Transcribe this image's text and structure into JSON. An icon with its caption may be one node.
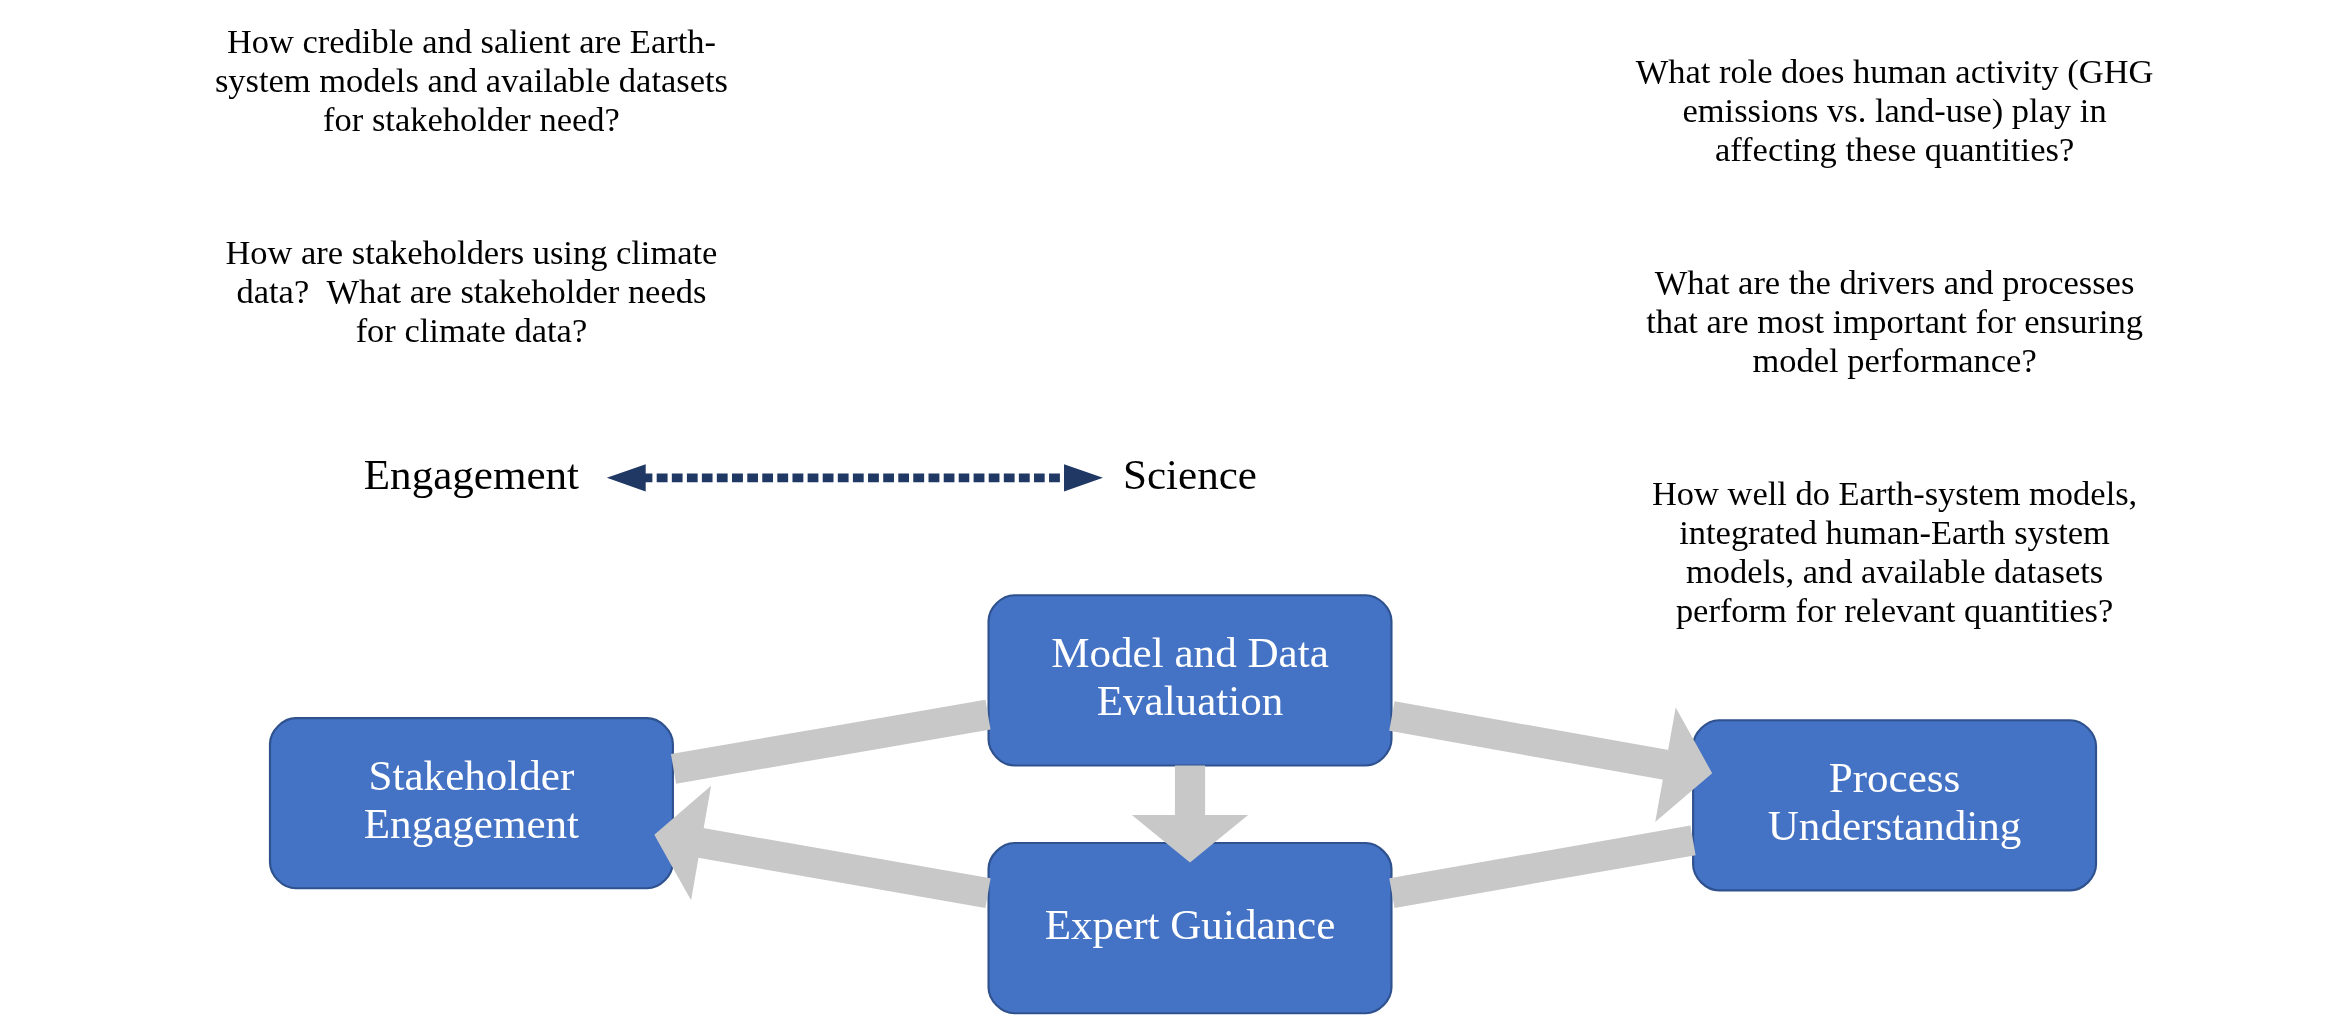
{
  "diagram": {
    "nodes": [
      {
        "text": [
          "Stakeholder Engagement"
        ]
      },
      {
        "text": [
          "Model and Data Evaluation"
        ]
      },
      {
        "text": [
          "Process Understanding"
        ]
      },
      {
        "text": [
          "Expert Guidance"
        ]
      },
      {
        "text": [
          "Engagement"
        ]
      },
      {
        "text": [
          "Science"
        ]
      }
    ],
    "edges": [
      {
        "from": 0,
        "to": 1,
        "arrow": "none"
      },
      {
        "from": 1,
        "to": 2,
        "arrow": "to"
      },
      {
        "from": 1,
        "to": 3,
        "arrow": "to"
      },
      {
        "from": 2,
        "to": 3,
        "arrow": "none"
      },
      {
        "from": 3,
        "to": 0,
        "arrow": "to"
      },
      {
        "from": 4,
        "to": 5,
        "arrow": "both",
        "style": "dashed",
        "color": "#203864"
      }
    ],
    "labels": [
      "How are stakeholders using climate data?  What are stakeholder needs for climate data?",
      "How well do Earth-system models, integrated human-Earth system models, and available datasets perform for relevant quantities?",
      "How credible and salient are Earth-system models and available datasets for stakeholder need?",
      "What are the drivers and processes that are most important for ensuring model performance?",
      "What role does human activity (GHG emissions vs. land-use) play in affecting these quantities?"
    ]
  }
}
